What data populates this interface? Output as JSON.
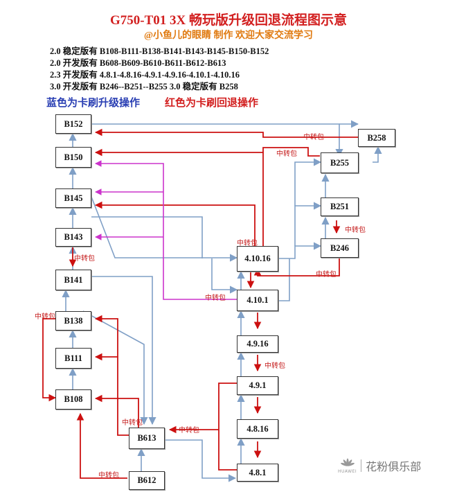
{
  "header": {
    "title": "G750-T01 3X 畅玩版升级回退流程图示意",
    "author": "@小鱼儿的眼睛 制作 欢迎大家交流学习"
  },
  "version_lines": [
    "2.0 稳定版有 B108-B111-B138-B141-B143-B145-B150-B152",
    "2.0 开发版有 B608-B609-B610-B611-B612-B613",
    "2.3 开发版有 4.8.1-4.8.16-4.9.1-4.9.16-4.10.1-4.10.16",
    "3.0 开发版有  B246--B251--B255    3.0 稳定版有 B258"
  ],
  "legend": {
    "blue": "蓝色为卡刷升级操作",
    "red": "红色为卡刷回退操作",
    "blue_color": "#2a3fb3",
    "red_color": "#d21f1f"
  },
  "colors": {
    "upgrade_arrow": "#7f9fc6",
    "rollback_arrow": "#cc1010",
    "magenta_arrow": "#cc33cc"
  },
  "nodes": {
    "B152": "B152",
    "B150": "B150",
    "B145": "B145",
    "B143": "B143",
    "B141": "B141",
    "B138": "B138",
    "B111": "B111",
    "B108": "B108",
    "B613": "B613",
    "B612": "B612",
    "v4_10_16": "4.10.16",
    "v4_10_1": "4.10.1",
    "v4_9_16": "4.9.16",
    "v4_9_1": "4.9.1",
    "v4_8_16": "4.8.16",
    "v4_8_1": "4.8.1",
    "B258": "B258",
    "B255": "B255",
    "B251": "B251",
    "B246": "B246"
  },
  "relay_label": "中转包",
  "watermark": {
    "brand": "花粉俱乐部",
    "logo_text": "HUAWEI"
  }
}
